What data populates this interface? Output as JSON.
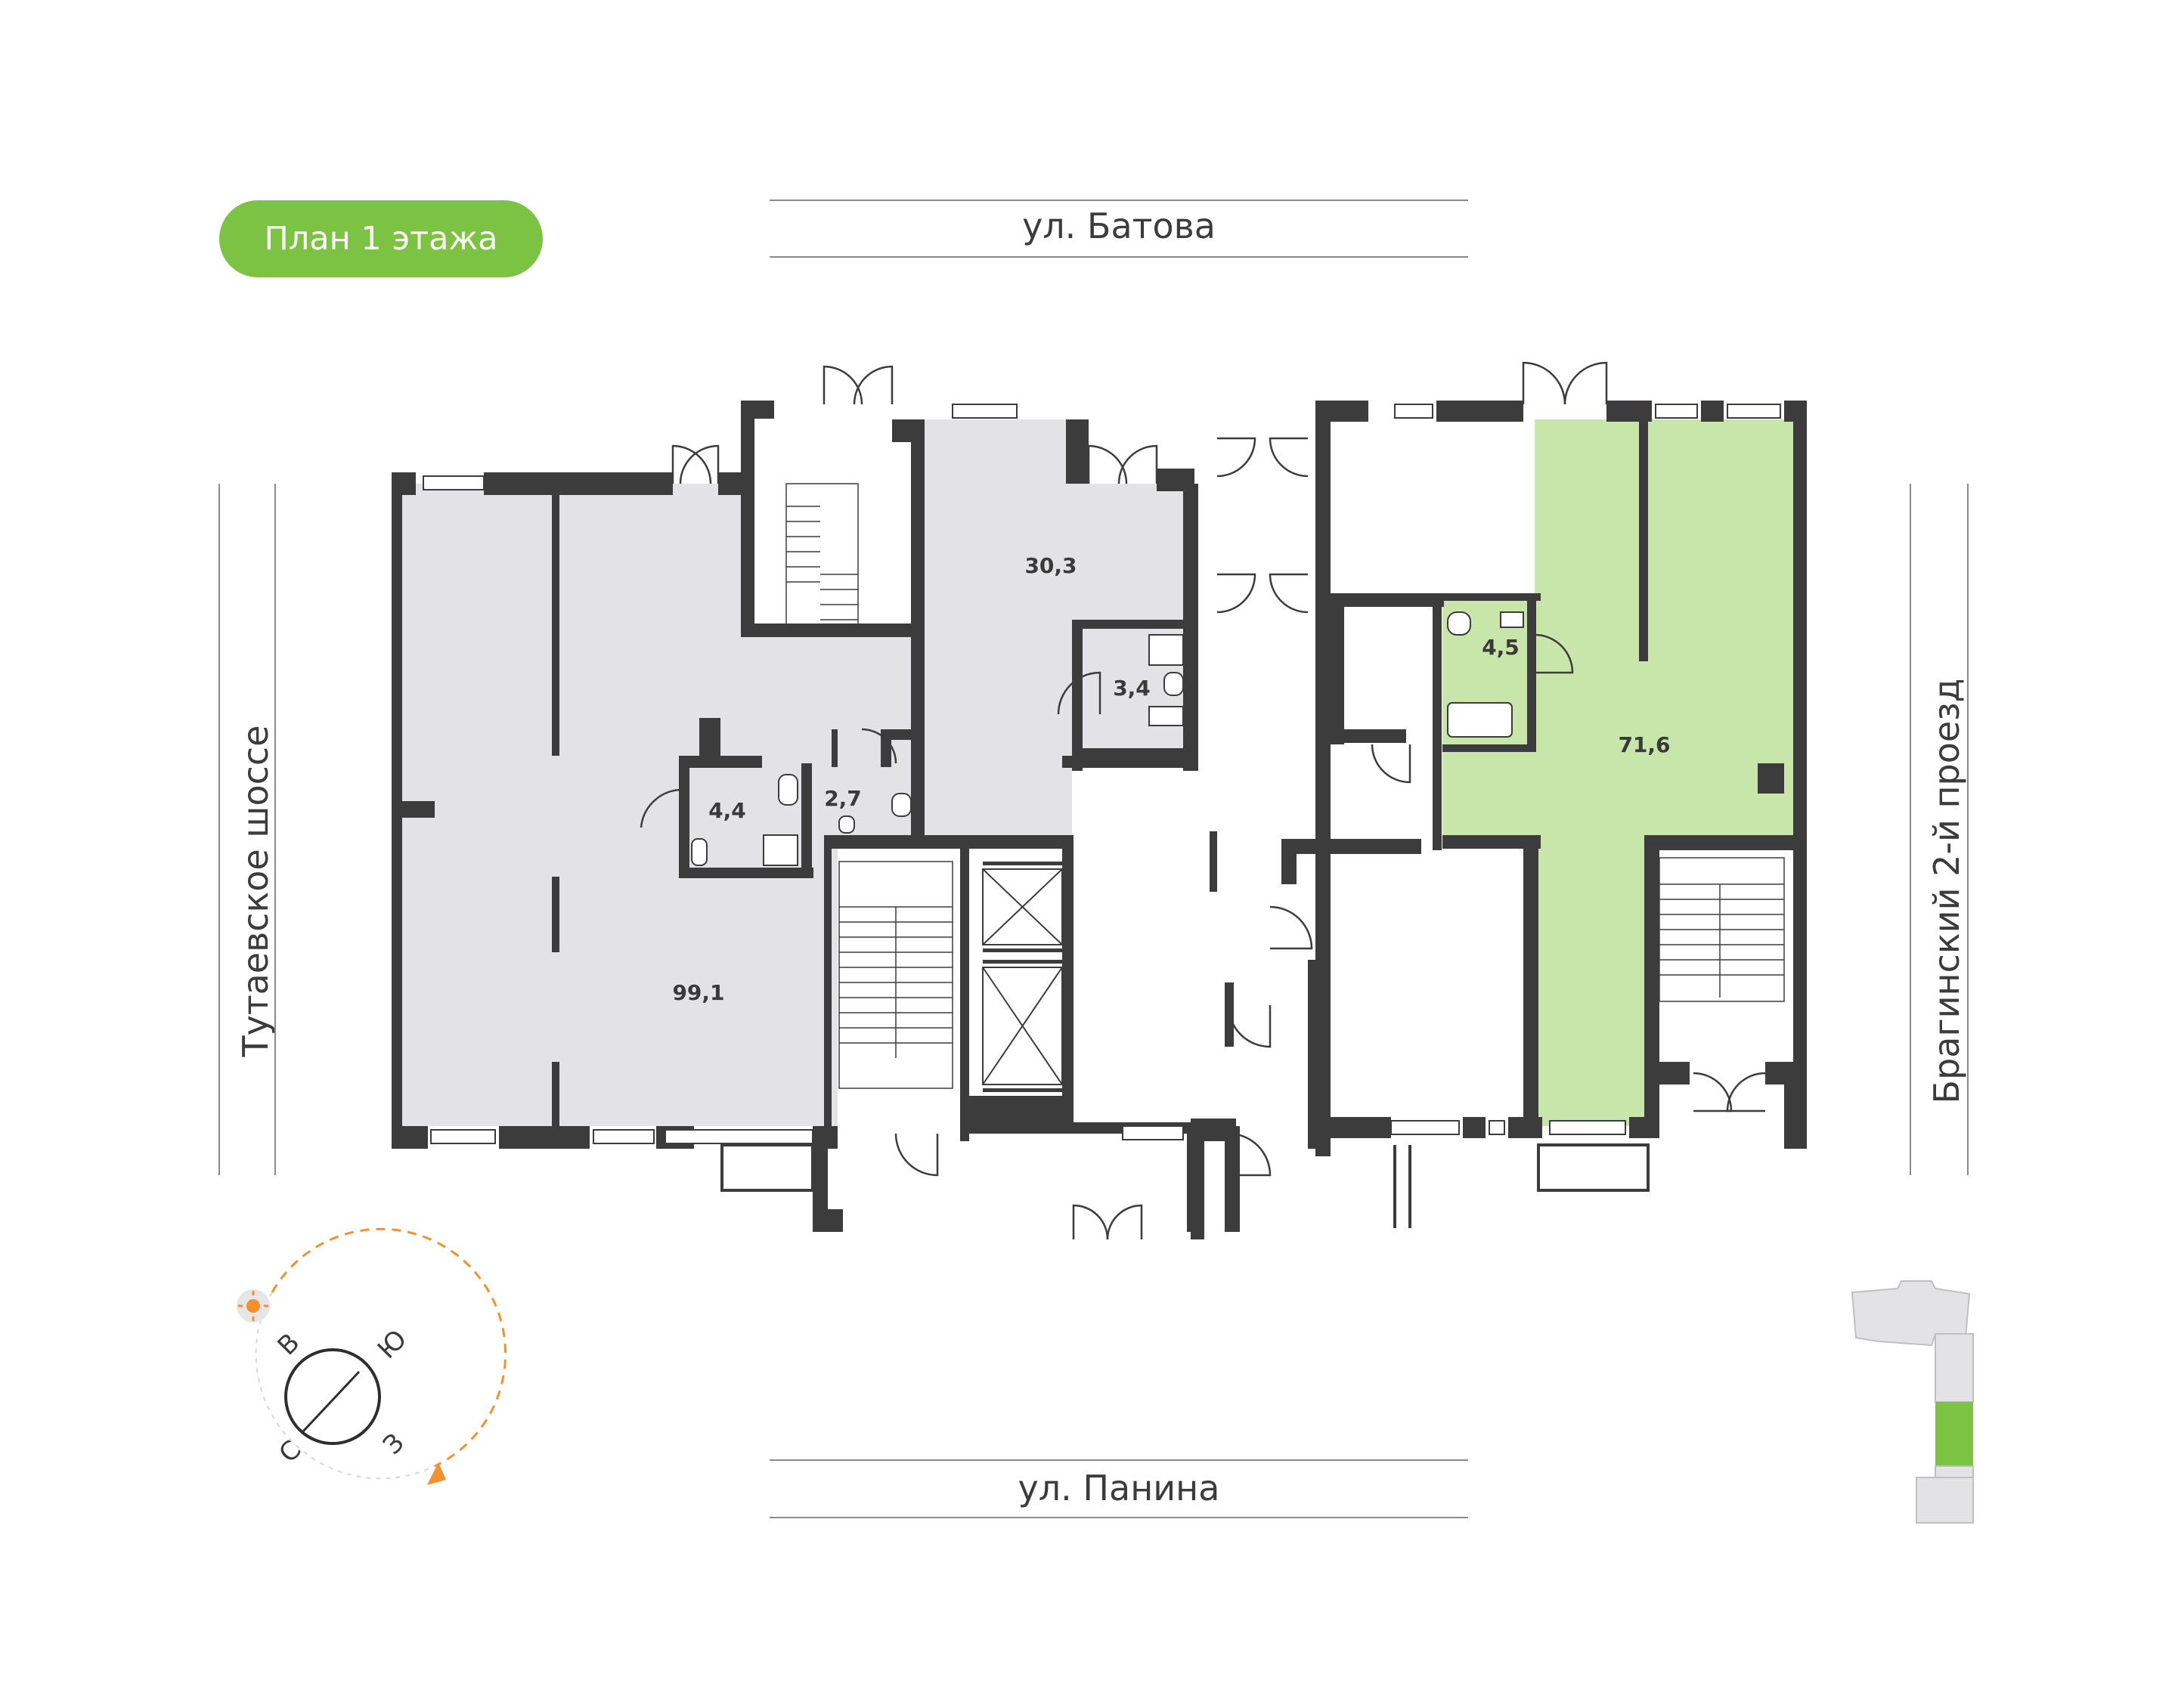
{
  "title": "План 1 этажа",
  "streets": {
    "north": "ул. Батова",
    "south": "ул. Панина",
    "west": "Тутаевское шоссе",
    "east": "Брагинский 2-й проезд"
  },
  "rooms": [
    {
      "id": "room-99-1",
      "area": "99,1"
    },
    {
      "id": "room-30-3",
      "area": "30,3"
    },
    {
      "id": "room-3-4",
      "area": "3,4"
    },
    {
      "id": "room-4-4",
      "area": "4,4"
    },
    {
      "id": "room-2-7",
      "area": "2,7"
    },
    {
      "id": "room-4-5",
      "area": "4,5"
    },
    {
      "id": "room-71-6",
      "area": "71,6",
      "highlighted": true
    }
  ],
  "compass": {
    "north": "С",
    "east": "В",
    "south": "Ю",
    "west": "З"
  },
  "colors": {
    "accent": "#7cc243",
    "highlight_fill": "#c8e6a9",
    "room_fill": "#e3e3e5",
    "wall": "#3c3c3c",
    "sun": "#f5902a"
  }
}
